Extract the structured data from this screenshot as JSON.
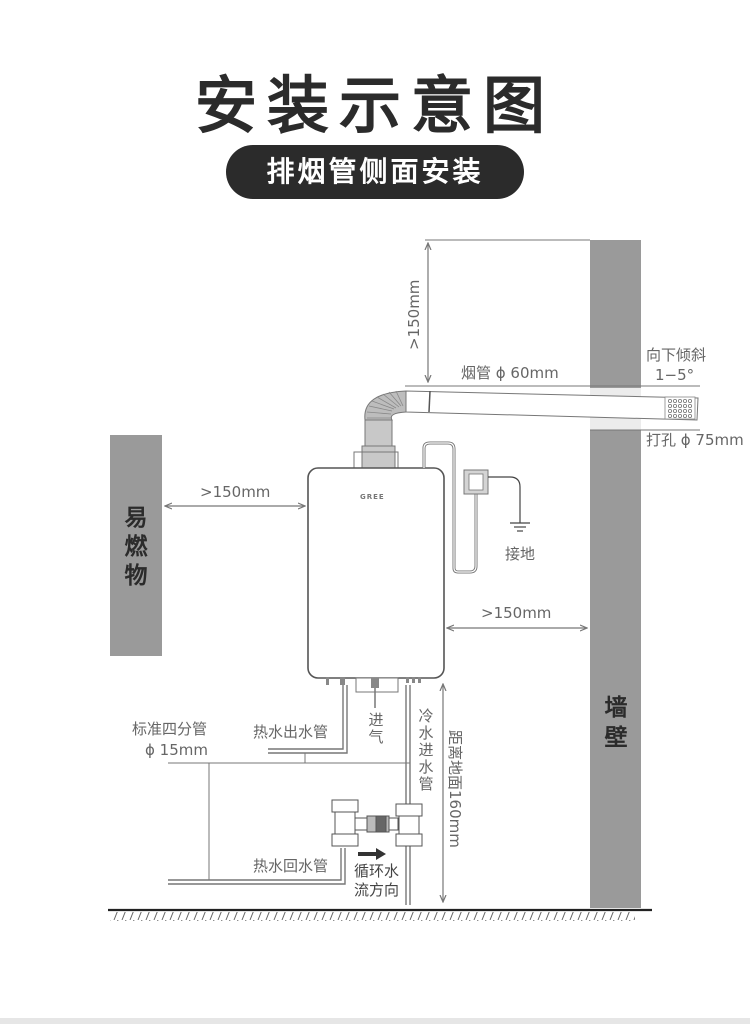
{
  "header": {
    "title": "安装示意图",
    "subtitle": "排烟管侧面安装"
  },
  "labels": {
    "flammable": [
      "易",
      "燃",
      "物"
    ],
    "wall": [
      "墙",
      "壁"
    ],
    "top_clearance": ">150mm",
    "flue_pipe": "烟管 ϕ 60mm",
    "tilt_line1": "向下倾斜",
    "tilt_line2": "1−5°",
    "drill_hole": "打孔 ϕ 75mm",
    "left_clearance": ">150mm",
    "right_clearance": ">150mm",
    "brand": "GREE",
    "ground": "接地",
    "standard_pipe_line1": "标准四分管",
    "standard_pipe_line2": "ϕ 15mm",
    "hot_out": "热水出水管",
    "gas_in": [
      "进",
      "气"
    ],
    "cold_in": [
      "冷",
      "水",
      "进",
      "水",
      "管"
    ],
    "floor_distance": "距离地面160mm",
    "hot_return": "热水回水管",
    "circulation_line1": "循环水",
    "circulation_line2": "流方向"
  },
  "colors": {
    "title": "#2b2b2b",
    "pill_bg": "#2b2b2b",
    "block_gray": "#9a9a9a",
    "line_gray": "#777777",
    "text_gray": "#666666"
  }
}
